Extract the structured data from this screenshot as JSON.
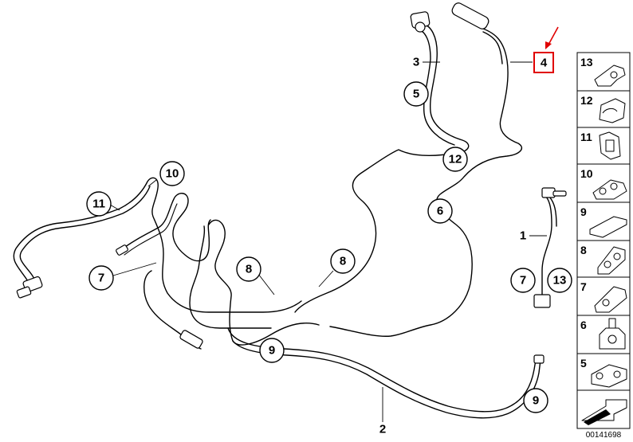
{
  "callouts": [
    {
      "id": "c10",
      "label": "10"
    },
    {
      "id": "c11",
      "label": "11"
    },
    {
      "id": "c7a",
      "label": "7"
    },
    {
      "id": "c5",
      "label": "5"
    },
    {
      "id": "c12",
      "label": "12"
    },
    {
      "id": "c6",
      "label": "6"
    },
    {
      "id": "c8a",
      "label": "8"
    },
    {
      "id": "c8b",
      "label": "8"
    },
    {
      "id": "c9a",
      "label": "9"
    },
    {
      "id": "c9b",
      "label": "9"
    },
    {
      "id": "c7b",
      "label": "7"
    },
    {
      "id": "c13",
      "label": "13"
    }
  ],
  "plain_labels": [
    {
      "id": "l3",
      "label": "3"
    },
    {
      "id": "l1",
      "label": "1"
    },
    {
      "id": "l2",
      "label": "2"
    }
  ],
  "highlighted_label": "4",
  "highlight_color": "#e00000",
  "legend": [
    {
      "label": "13"
    },
    {
      "label": "12"
    },
    {
      "label": "11"
    },
    {
      "label": "10"
    },
    {
      "label": "9"
    },
    {
      "label": "8"
    },
    {
      "label": "7"
    },
    {
      "label": "6"
    },
    {
      "label": "5"
    }
  ],
  "doc_number": "00141698"
}
